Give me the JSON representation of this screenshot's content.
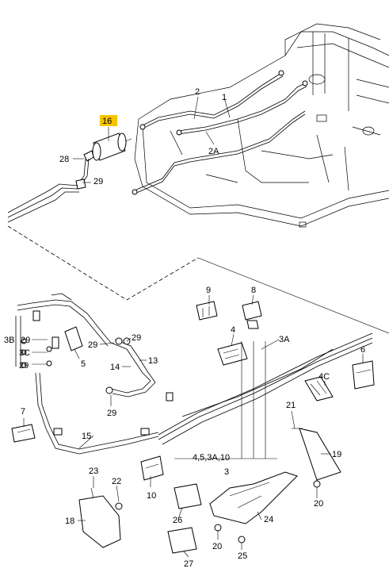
{
  "highlight_color": "#f5c400",
  "labels": {
    "l16": "16",
    "l28": "28",
    "l29a": "29",
    "l2": "2",
    "l1": "1",
    "l2A": "2A",
    "l9": "9",
    "l8": "8",
    "l4": "4",
    "l3A": "3A",
    "l6": "6",
    "l4C": "4C",
    "l3B": "3B",
    "l29b": "29",
    "l3C": "3C",
    "l29c": "29",
    "l5": "5",
    "l29d": "29",
    "l29e": "29",
    "l13": "13",
    "l14": "14",
    "l29f": "29",
    "l7": "7",
    "l15": "15",
    "l21": "21",
    "l19": "19",
    "l20a": "20",
    "l4531": "4,5,3A,10",
    "l3": "3",
    "l23": "23",
    "l22": "22",
    "l10": "10",
    "l18": "18",
    "l24": "24",
    "l26": "26",
    "l20b": "20",
    "l27": "27",
    "l25": "25"
  }
}
